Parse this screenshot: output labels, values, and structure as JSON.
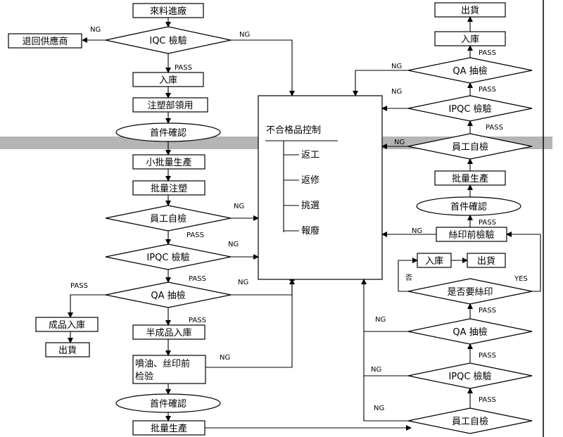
{
  "left": {
    "incoming": "來料進廠",
    "iqc": "IQC 檢驗",
    "return_supplier": "退回供應商",
    "stock_in": "入庫",
    "molding_dept": "注塑部領用",
    "first_confirm": "首件確認",
    "small_batch": "小批量生產",
    "batch_molding": "批量注塑",
    "self_check": "員工自檢",
    "ipqc": "IPQC 檢驗",
    "qa": "QA 抽檢",
    "finished_stock": "成品入庫",
    "ship": "出貨",
    "semi_stock": "半成品入庫",
    "spray_line1": "噴油、丝印前",
    "spray_line2": "检验",
    "first_confirm2": "首件確認",
    "batch_prod": "批量生產"
  },
  "center": {
    "title": "不合格品控制",
    "items": [
      "返工",
      "返修",
      "挑選",
      "報廢"
    ]
  },
  "right": {
    "ship_top": "出貨",
    "stock_top": "入庫",
    "qa_top": "QA 抽檢",
    "ipqc_top": "IPQC 檢驗",
    "self_top": "員工自檢",
    "batch_prod": "批量生產",
    "first_confirm": "首件確認",
    "pre_print": "絲印前檢驗",
    "stock": "入庫",
    "ship": "出貨",
    "need_print": "是否要絲印",
    "qa_bot": "QA 抽檢",
    "ipqc_bot": "IPQC 檢驗",
    "self_bot": "員工自檢"
  },
  "labels": {
    "ng": "NG",
    "pass": "PASS",
    "yes": "YES",
    "no": "否"
  }
}
